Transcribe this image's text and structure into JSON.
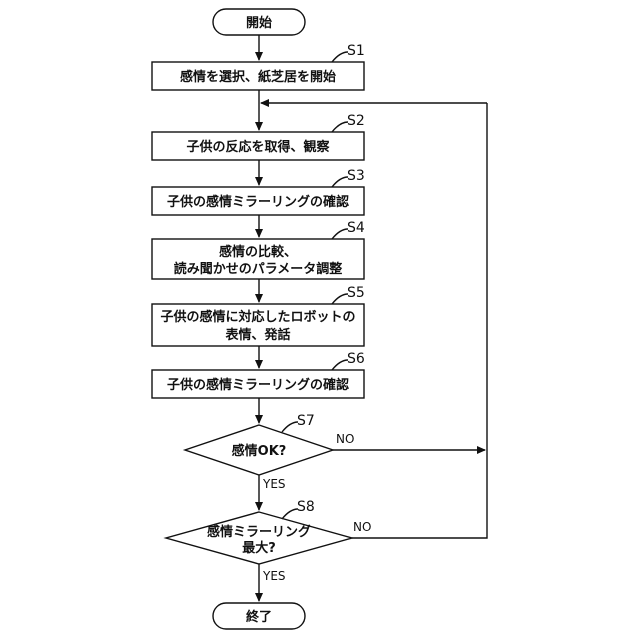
{
  "terminals": {
    "start": "開始",
    "end": "終了"
  },
  "steps": {
    "s1": {
      "label": "S1",
      "line1": "感情を選択、紙芝居を開始"
    },
    "s2": {
      "label": "S2",
      "line1": "子供の反応を取得、観察"
    },
    "s3": {
      "label": "S3",
      "line1": "子供の感情ミラーリングの確認"
    },
    "s4": {
      "label": "S4",
      "line1": "感情の比較、",
      "line2": "読み聞かせのパラメータ調整"
    },
    "s5": {
      "label": "S5",
      "line1": "子供の感情に対応したロボットの",
      "line2": "表情、発話"
    },
    "s6": {
      "label": "S6",
      "line1": "子供の感情ミラーリングの確認"
    }
  },
  "decisions": {
    "s7": {
      "label": "S7",
      "line1": "感情OK?",
      "yes": "YES",
      "no": "NO"
    },
    "s8": {
      "label": "S8",
      "line1": "感情ミラーリング",
      "line2": "最大?",
      "yes": "YES",
      "no": "NO"
    }
  }
}
